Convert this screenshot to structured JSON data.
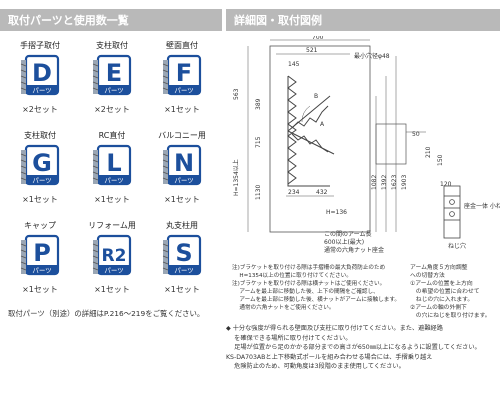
{
  "left_title": "取付パーツと使用数一覧",
  "right_title": "詳細図・取付図例",
  "parts": [
    {
      "label": "手摺子取付",
      "letter": "D",
      "qty": "×2セット",
      "sub": "パーツ"
    },
    {
      "label": "支柱取付",
      "letter": "E",
      "qty": "×2セット",
      "sub": "パーツ"
    },
    {
      "label": "壁面直付",
      "letter": "F",
      "qty": "×1セット",
      "sub": "パーツ"
    },
    {
      "label": "支柱取付",
      "letter": "G",
      "qty": "×1セット",
      "sub": "パーツ"
    },
    {
      "label": "RC直付",
      "letter": "L",
      "qty": "×1セット",
      "sub": "パーツ"
    },
    {
      "label": "バルコニー用",
      "letter": "N",
      "qty": "×1セット",
      "sub": "パーツ"
    },
    {
      "label": "キャップ",
      "letter": "P",
      "qty": "×1セット",
      "sub": "パーツ"
    },
    {
      "label": "リフォーム用",
      "letter": "R2",
      "qty": "×1セット",
      "sub": "パーツ"
    },
    {
      "label": "丸支柱用",
      "letter": "S",
      "qty": "×1セット",
      "sub": "パーツ"
    }
  ],
  "footer_note": "取付パーツ（別途）の詳細はP.216～219をご覧ください。",
  "drawing": {
    "dims": [
      "700",
      "521",
      "145",
      "最小穴径φ48",
      "563",
      "389",
      "715",
      "H=1354以上",
      "1130",
      "1082",
      "B",
      "A",
      "234",
      "432",
      "H=136",
      "210",
      "50",
      "150",
      "120",
      "1392",
      "1623",
      "1903"
    ],
    "hole_text": "この間のアーム長",
    "hole_value": "600以上(最大)",
    "wall_text": "通常の六角ナット座金",
    "base_label": "座金一体\n小ねじ",
    "screw_label": "ねじ穴"
  },
  "notes": [
    "注)ブラケットを取り付ける際は手摺柵の最大負荷防止のため",
    "　 H=1354以上の位置に取り付けてください。",
    "注)ブラケットを取り付ける際は横ナットはご使用ください。",
    "　 アームを最上部に移動した後、上下の間隔をご確認し、",
    "　 アームを最上部に移動した後、横ナットがアームに接触します。",
    "　 通常の六角ナットをご使用ください。"
  ],
  "arm_note": [
    "アーム角度５方向調整",
    "への切替方法",
    "①アームの位置を上方向",
    "　の希望の位置に合わせて",
    "　ねじの穴に入れます。",
    "②アームの軸の外側下",
    "　の穴にねじを取り付けます。"
  ],
  "bottom_notes": [
    "◆ 十分な強度が得られる壁面及び支柱に取り付けてください。また、避難経路",
    "　 を確保できる場所に取り付けてください。",
    "　 足場が位置から足のかかる部分までの高さが650㎜以上になるように設置してください。",
    "KS-DA703ABと上下移動式ポールを組み合わせる場合には、手摺乗り越え",
    "　 危険防止のため、可動角度は3段階のまま使用してください。"
  ]
}
